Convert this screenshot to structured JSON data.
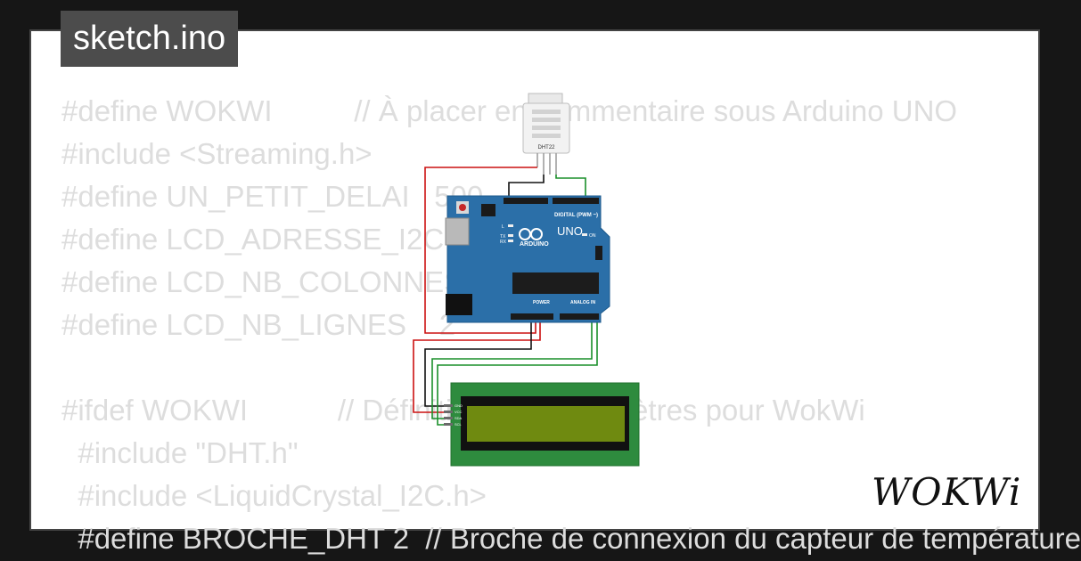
{
  "file_tab": {
    "label": "sketch.ino"
  },
  "code_lines": [
    "#define WOKWI          // À placer en commentaire sous Arduino UNO",
    "#include <Streaming.h>",
    "#define UN_PETIT_DELAI   500",
    "#define LCD_ADRESSE_I2C  0x27",
    "#define LCD_NB_COLONNES  16",
    "#define LCD_NB_LIGNES    2",
    "",
    "#ifdef WOKWI           // Définition des paramètres pour WokWi",
    "  #include \"DHT.h\"",
    "  #include <LiquidCrystal_I2C.h>",
    "  #define BROCHE_DHT 2  // Broche de connexion du capteur de température"
  ],
  "sensor": {
    "label": "DHT22"
  },
  "board": {
    "brand": "ARDUINO",
    "model": "UNO",
    "digital_label": "DIGITAL (PWM ~)",
    "power_label": "POWER",
    "analog_label": "ANALOG IN",
    "on_label": "ON",
    "led_l": "L",
    "led_tx": "TX",
    "led_rx": "RX"
  },
  "lcd": {
    "pins": [
      "GND",
      "VCC",
      "SDA",
      "SCL"
    ]
  },
  "logo": {
    "text": "WOKWi"
  },
  "colors": {
    "board": "#2b6fa8",
    "lcd_frame": "#2e8b3e",
    "lcd_screen": "#6f8a10",
    "wire_red": "#cc1111",
    "wire_black": "#111111",
    "wire_green": "#1a8f2a"
  }
}
